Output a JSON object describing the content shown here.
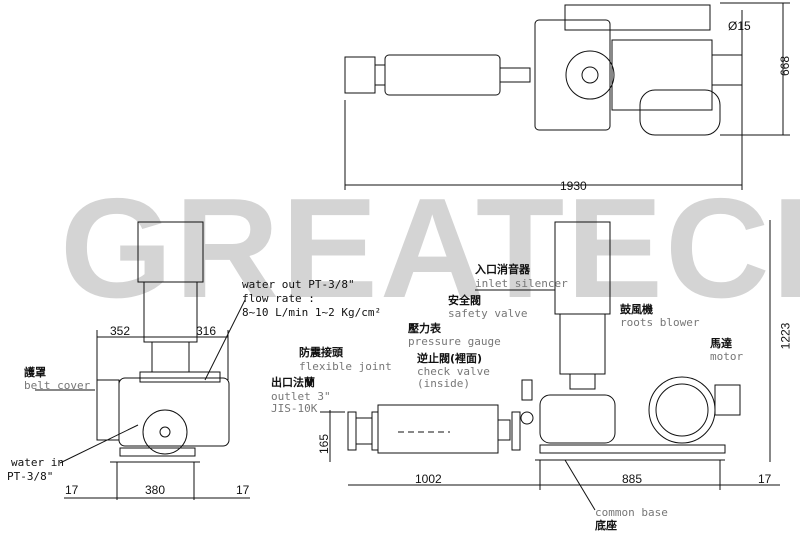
{
  "watermark": "GREATECH",
  "dimensions": {
    "top_length": "1930",
    "top_width": "668",
    "hole": "Ø15",
    "height": "1223",
    "side_left": "352",
    "side_right": "316",
    "foot_left": "17",
    "foot_span": "380",
    "foot_right": "17",
    "outlet_height": "165",
    "front_left": "1002",
    "front_base": "885",
    "front_right": "17"
  },
  "labels": {
    "water_out": "water out  PT-3/8\"",
    "flow_rate": "flow rate :",
    "flow_value": "8~10 L/min  1~2 Kg/cm²",
    "belt_cover_zh": "護罩",
    "belt_cover_en": "belt cover",
    "water_in": "water in",
    "water_in_spec": "PT-3/8\"",
    "flex_zh": "防震接頭",
    "flex_en": "flexible joint",
    "outlet_zh": "出口法蘭",
    "outlet_en": "outlet 3\"",
    "outlet_spec": "JIS-10K",
    "inlet_zh": "入口消音器",
    "inlet_en": "inlet silencer",
    "safety_zh": "安全閥",
    "safety_en": "safety valve",
    "gauge_zh": "壓力表",
    "gauge_en": "pressure gauge",
    "check_zh": "逆止閥(裡面)",
    "check_en": "check valve",
    "check_en2": "(inside)",
    "blower_zh": "鼓風機",
    "blower_en": "roots blower",
    "motor_zh": "馬達",
    "motor_en": "motor",
    "base_en": "common base",
    "base_zh": "底座"
  }
}
